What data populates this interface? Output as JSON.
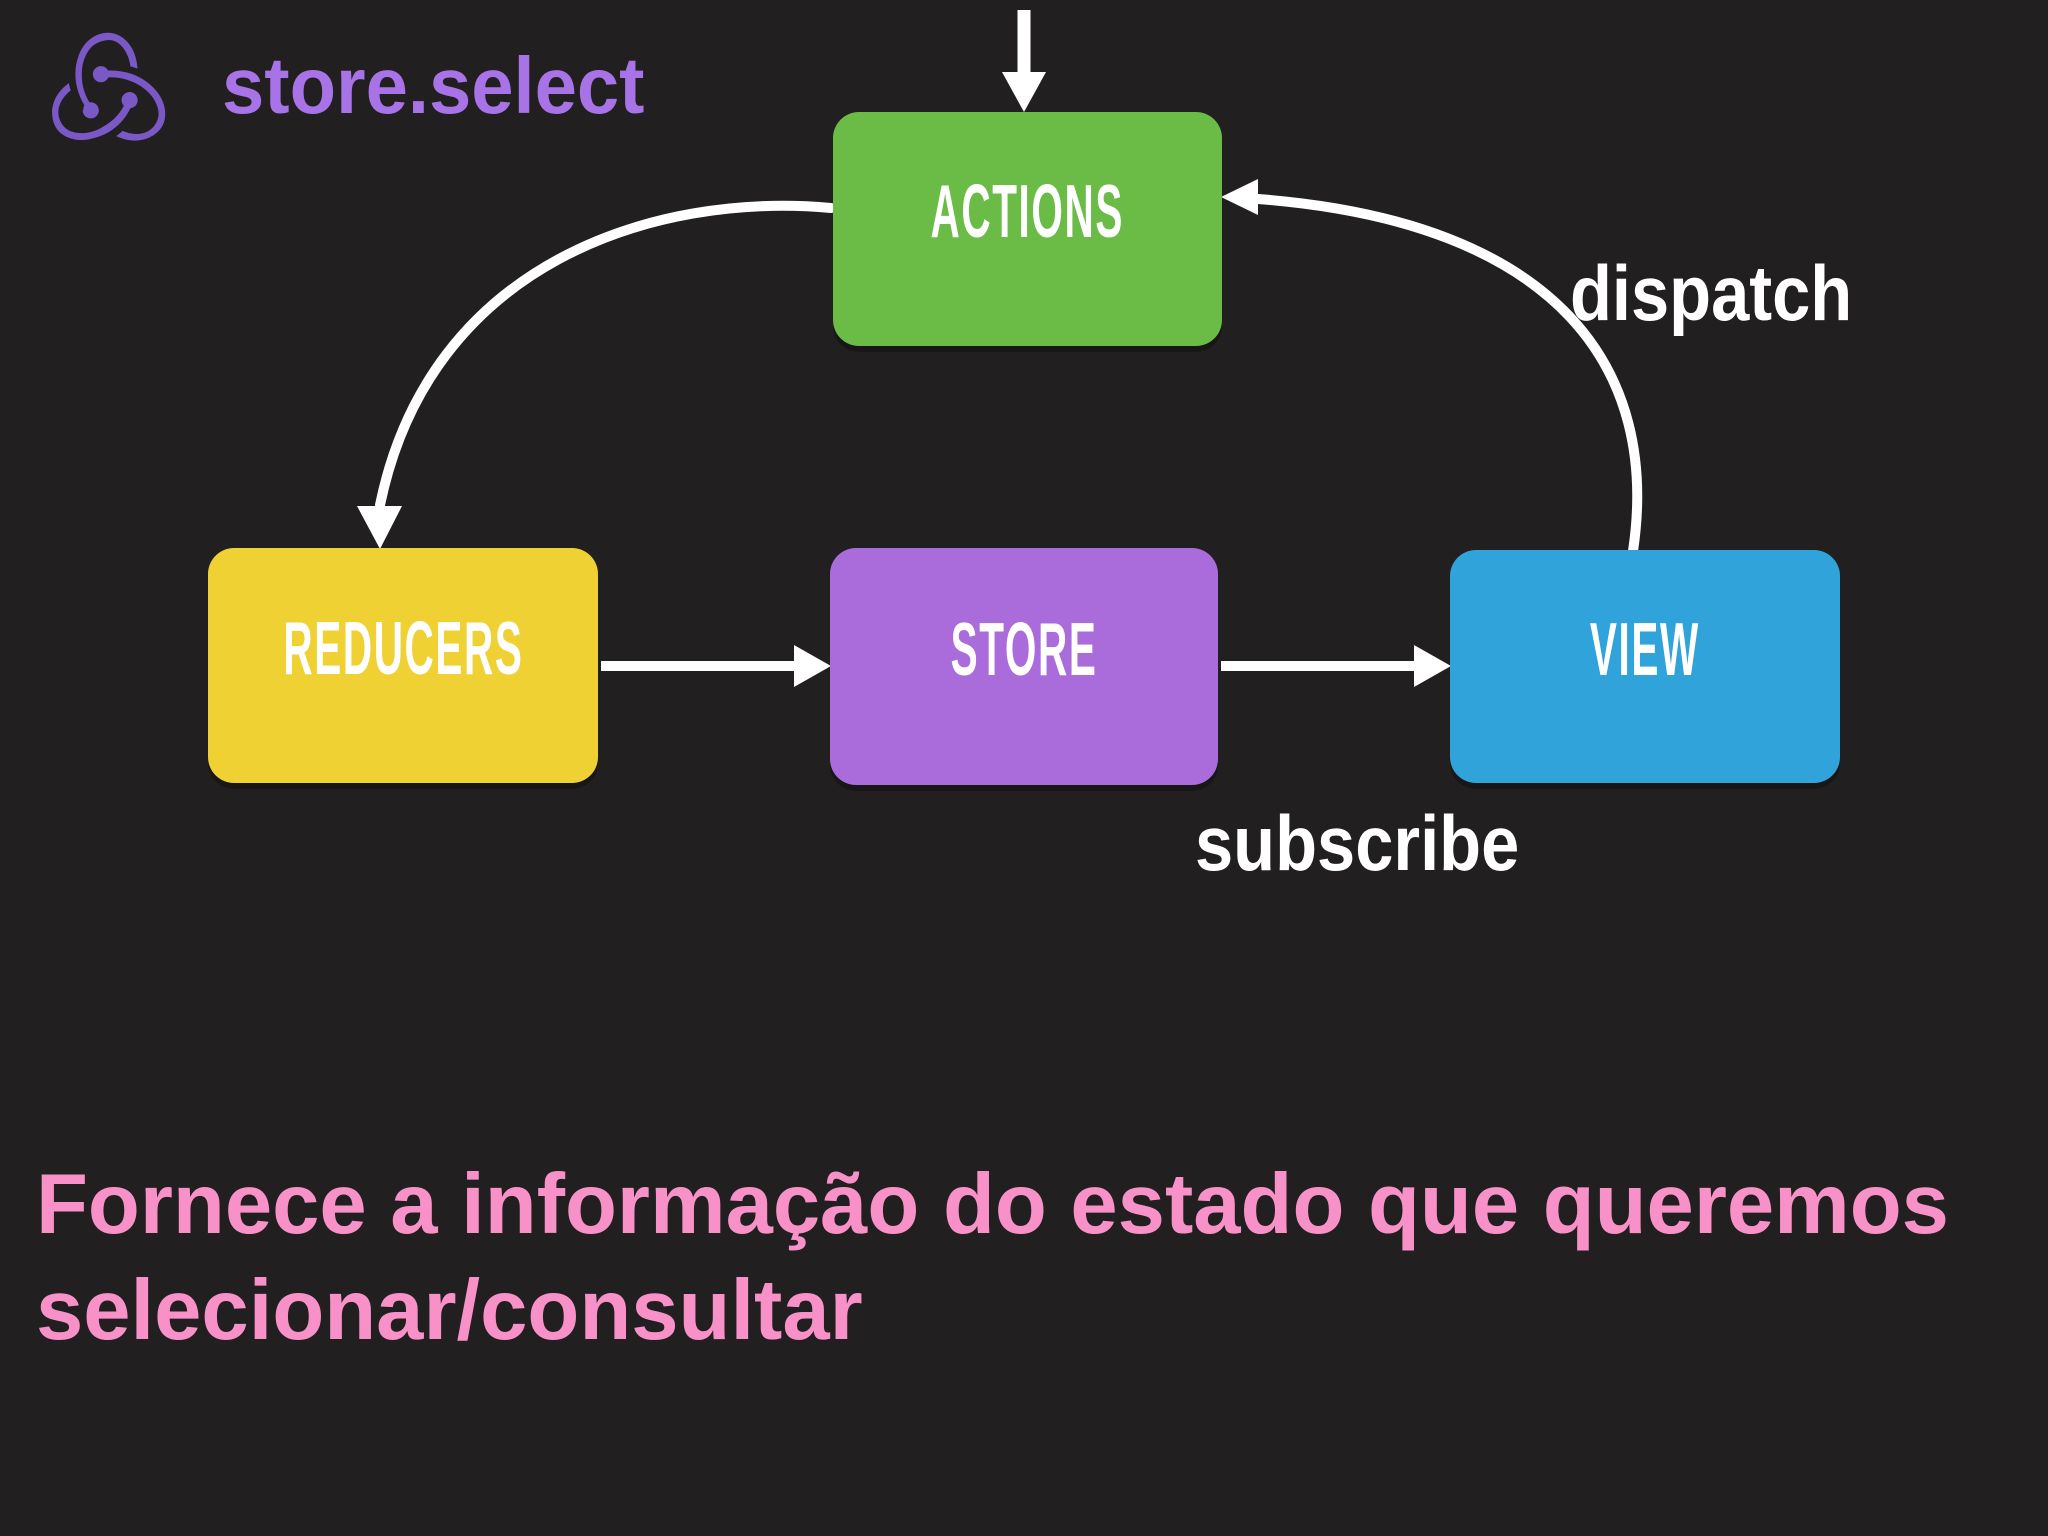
{
  "page": {
    "background_color": "#221f20"
  },
  "header": {
    "logo_icon": "redux-logo",
    "logo_color": "#7a59c7",
    "title": "store.select",
    "title_color": "#a873e6"
  },
  "diagram": {
    "arrow_color": "#ffffff",
    "nodes": [
      {
        "id": "actions",
        "label": "ACTIONS",
        "color": "#6abc47",
        "text_color": "#ffffff"
      },
      {
        "id": "reducers",
        "label": "REDUCERS",
        "color": "#f0d134",
        "text_color": "#ffffff"
      },
      {
        "id": "store",
        "label": "STORE",
        "color": "#ab6cdb",
        "text_color": "#ffffff"
      },
      {
        "id": "view",
        "label": "VIEW",
        "color": "#2fa3da",
        "text_color": "#ffffff"
      }
    ],
    "edges": [
      {
        "from": "offscreen-top",
        "to": "actions",
        "label": ""
      },
      {
        "from": "actions",
        "to": "reducers",
        "label": ""
      },
      {
        "from": "reducers",
        "to": "store",
        "label": ""
      },
      {
        "from": "store",
        "to": "view",
        "label": "subscribe"
      },
      {
        "from": "view",
        "to": "actions",
        "label": "dispatch"
      }
    ],
    "edge_labels": {
      "dispatch": "dispatch",
      "subscribe": "subscribe"
    }
  },
  "caption": {
    "line1": "Fornece a informação do estado que queremos",
    "line2": "selecionar/consultar",
    "color": "#f791c8"
  }
}
